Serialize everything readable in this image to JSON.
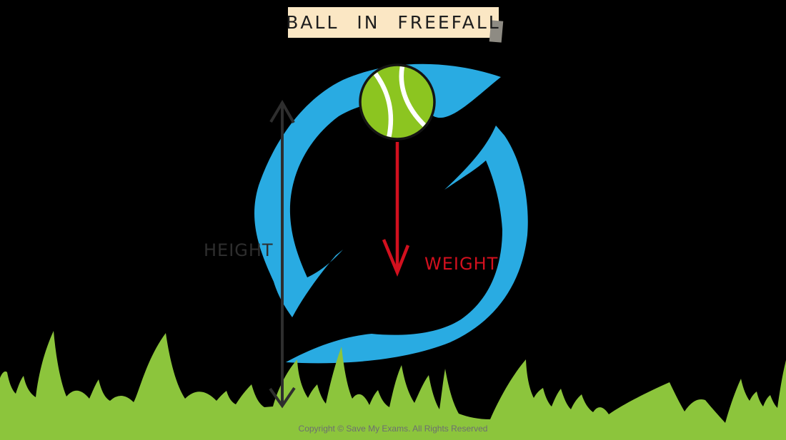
{
  "background_color": "#000000",
  "banner": {
    "text": "BALL IN FREEFALL",
    "bg_color": "#FBE7C4",
    "text_color": "#1E1E1E",
    "shadow_color": "#8E8B83"
  },
  "labels": {
    "height": {
      "text": "HEIGHT",
      "color": "#2E2E2E"
    },
    "weight": {
      "text": "WEIGHT",
      "color": "#D2101E"
    }
  },
  "objects": {
    "ball": {
      "name": "tennis-ball",
      "fill": "#8CC520",
      "outline": "#141414",
      "seam_color": "#FFFFFF"
    },
    "rotation_arrows": {
      "name": "circular-motion-arrows",
      "fill": "#29ABE2"
    },
    "height_arrow": {
      "name": "double-headed-vertical-arrow",
      "stroke": "#2E2E2E"
    },
    "weight_arrow": {
      "name": "downward-force-arrow",
      "stroke": "#D2101E"
    },
    "grass": {
      "name": "grass-silhouette",
      "fill": "#8CC53C"
    }
  },
  "footer": {
    "copyright": "Copyright © Save My Exams. All Rights Reserved",
    "color": "#6D6E71"
  }
}
